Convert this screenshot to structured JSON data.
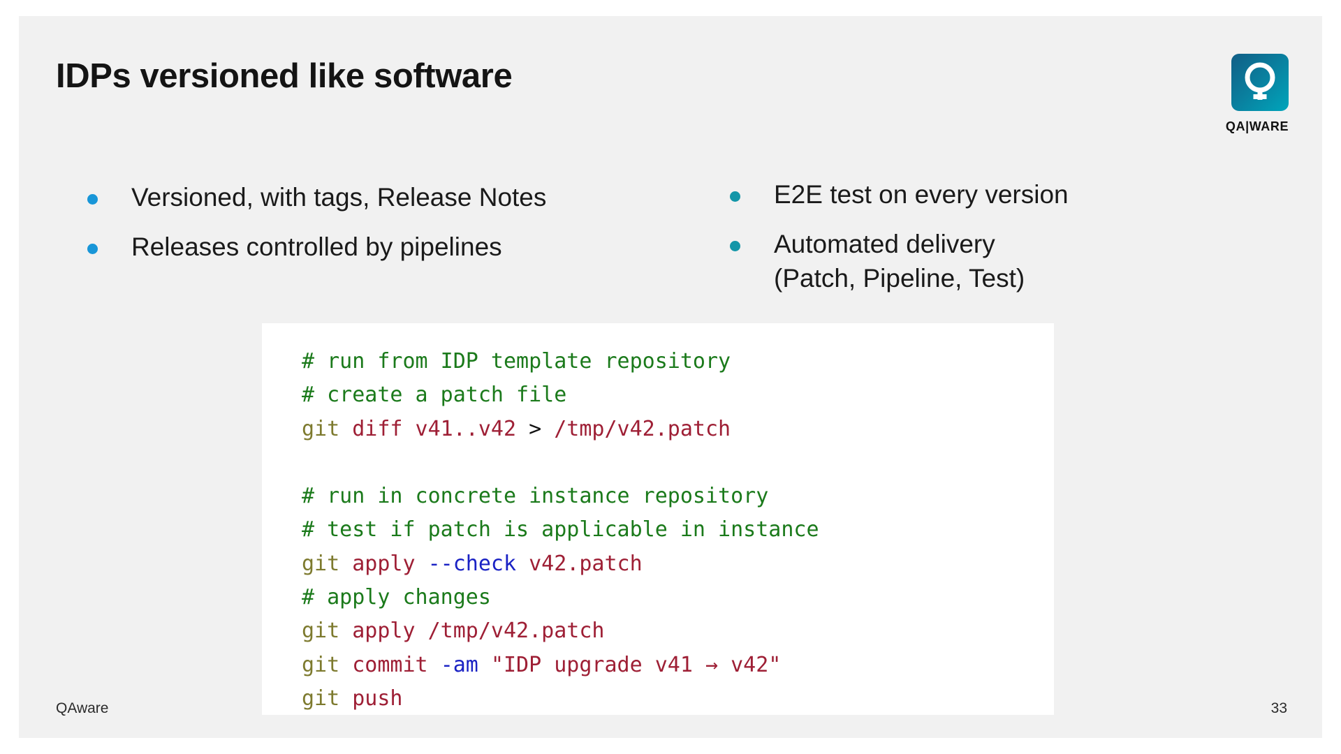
{
  "slide": {
    "title": "IDPs versioned like software",
    "background_color": "#f1f1f1",
    "page_background_color": "#ffffff"
  },
  "logo": {
    "icon_name": "qaware-q-mark-icon",
    "wordmark": "QA|WARE",
    "gradient_from": "#115e86",
    "gradient_to": "#00a5bb"
  },
  "bullets": {
    "left": {
      "dot_color": "#1896d8",
      "items": [
        {
          "text": "Versioned, with tags, Release Notes"
        },
        {
          "text": "Releases controlled by pipelines"
        }
      ]
    },
    "right": {
      "dot_color": "#1396a8",
      "items": [
        {
          "text": "E2E test on every version"
        },
        {
          "text": "Automated delivery\n(Patch, Pipeline, Test)"
        }
      ]
    }
  },
  "code": {
    "background_color": "#ffffff",
    "colors": {
      "comment": "#1b7a1b",
      "command": "#7d7a2e",
      "subcommand": "#9e1f35",
      "flag": "#1a22c4",
      "plain": "#111111"
    },
    "lines": [
      {
        "id": "l1",
        "plain": "# run from IDP template repository",
        "tokens": [
          {
            "t": "# run from IDP template repository",
            "c": "comment"
          }
        ]
      },
      {
        "id": "l2",
        "plain": "# create a patch file",
        "tokens": [
          {
            "t": "# create a patch file",
            "c": "comment"
          }
        ]
      },
      {
        "id": "l3",
        "plain": "git diff v41..v42 > /tmp/v42.patch",
        "tokens": [
          {
            "t": "git",
            "c": "cmd"
          },
          {
            "t": " ",
            "c": "plain"
          },
          {
            "t": "diff v41..v42",
            "c": "sub"
          },
          {
            "t": " > ",
            "c": "plain"
          },
          {
            "t": "/tmp/v42.patch",
            "c": "sub"
          }
        ]
      },
      {
        "id": "l4",
        "plain": "",
        "tokens": []
      },
      {
        "id": "l5",
        "plain": "# run in concrete instance repository",
        "tokens": [
          {
            "t": "# run in concrete instance repository",
            "c": "comment"
          }
        ]
      },
      {
        "id": "l6",
        "plain": "# test if patch is applicable in instance",
        "tokens": [
          {
            "t": "# test if patch is applicable in instance",
            "c": "comment"
          }
        ]
      },
      {
        "id": "l7",
        "plain": "git apply --check v42.patch",
        "tokens": [
          {
            "t": "git",
            "c": "cmd"
          },
          {
            "t": " ",
            "c": "plain"
          },
          {
            "t": "apply",
            "c": "sub"
          },
          {
            "t": " ",
            "c": "plain"
          },
          {
            "t": "--check",
            "c": "flag"
          },
          {
            "t": " ",
            "c": "plain"
          },
          {
            "t": "v42.patch",
            "c": "sub"
          }
        ]
      },
      {
        "id": "l8",
        "plain": "# apply changes",
        "tokens": [
          {
            "t": "# apply changes",
            "c": "comment"
          }
        ]
      },
      {
        "id": "l9",
        "plain": "git apply /tmp/v42.patch",
        "tokens": [
          {
            "t": "git",
            "c": "cmd"
          },
          {
            "t": " ",
            "c": "plain"
          },
          {
            "t": "apply /tmp/v42.patch",
            "c": "sub"
          }
        ]
      },
      {
        "id": "l10",
        "plain": "git commit -am \"IDP upgrade v41 → v42\"",
        "tokens": [
          {
            "t": "git",
            "c": "cmd"
          },
          {
            "t": " ",
            "c": "plain"
          },
          {
            "t": "commit",
            "c": "sub"
          },
          {
            "t": " ",
            "c": "plain"
          },
          {
            "t": "-am",
            "c": "flag"
          },
          {
            "t": " ",
            "c": "plain"
          },
          {
            "t": "\"IDP upgrade v41 → v42\"",
            "c": "sub"
          }
        ]
      },
      {
        "id": "l11",
        "plain": "git push",
        "tokens": [
          {
            "t": "git",
            "c": "cmd"
          },
          {
            "t": " ",
            "c": "plain"
          },
          {
            "t": "push",
            "c": "sub"
          }
        ]
      }
    ]
  },
  "footer": {
    "brand": "QAware",
    "page_number": "33"
  }
}
